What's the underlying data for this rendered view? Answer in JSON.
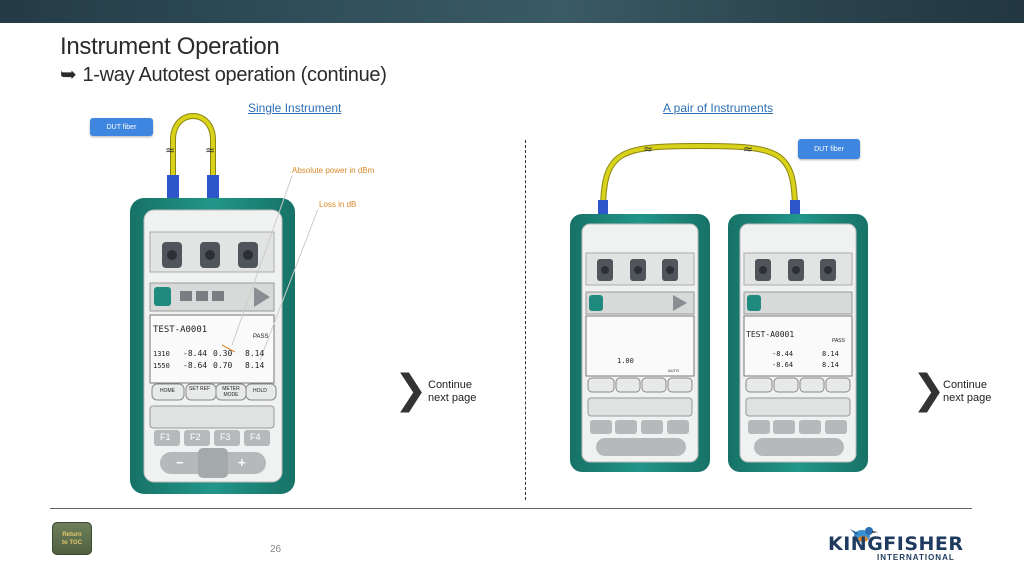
{
  "header": {
    "title": "Instrument Operation",
    "subtitle_arrow": "➥",
    "subtitle": "1-way Autotest operation (continue)"
  },
  "sections": {
    "single": "Single Instrument",
    "pair": "A pair of Instruments"
  },
  "tags": {
    "dut_left": "DUT fiber",
    "dut_right": "DUT fiber"
  },
  "callouts": {
    "absolute_power": "Absolute power in dBm",
    "loss": "Loss in dB"
  },
  "continue_left": [
    "Continue",
    "next page"
  ],
  "continue_right": [
    "Continue",
    "next page"
  ],
  "chevron": "❯",
  "toc": [
    "Return",
    "to TOC"
  ],
  "page_number": "26",
  "logo": {
    "main": "KINGFISHER",
    "sub": "INTERNATIONAL"
  },
  "display": {
    "test_id": "TEST-A0001",
    "pass": "PASS",
    "wl1": "1310",
    "wl2": "1550",
    "p1": "-8.44",
    "p2": "-8.64",
    "ref1": "0.30",
    "ref2": "0.70",
    "loss1": "8.14",
    "loss2": "8.14",
    "loss_mid": "1.00",
    "mode_lbl": "AUTO"
  },
  "buttons": {
    "f1": "F1",
    "f2": "F2",
    "f3": "F3",
    "f4": "F4",
    "home": "HOME",
    "set_ref": "SET REF",
    "meter_mode": "METER MODE",
    "hold": "HOLD",
    "minus": "−",
    "plus": "+"
  },
  "colors": {
    "device_teal": "#1f8a7e",
    "fiber_yellow": "#d9d21a",
    "connector_blue": "#2c56c9",
    "tag_blue": "#3f86e0",
    "link_blue": "#2e6fb5",
    "callout_orange": "#d98a2a"
  }
}
